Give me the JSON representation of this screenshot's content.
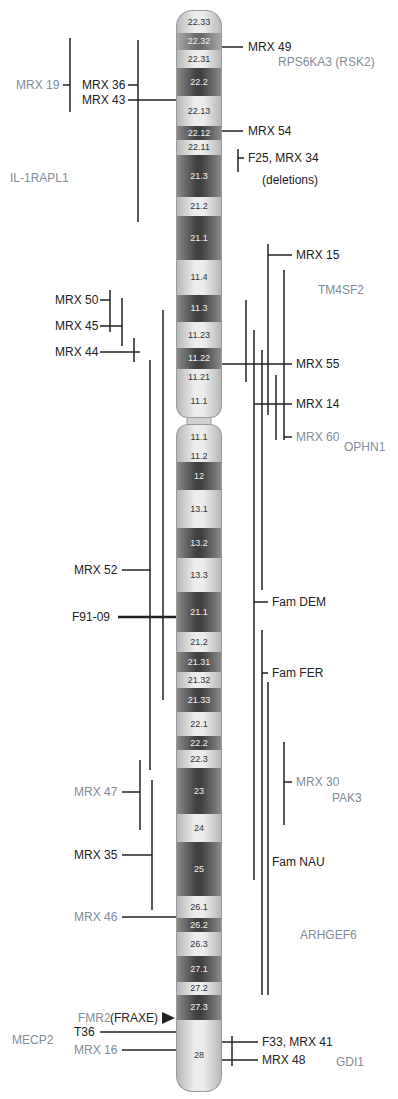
{
  "diagram": {
    "nodes": [
      {
        "text": [
          "22.33"
        ]
      },
      {
        "text": [
          "22.32"
        ]
      },
      {
        "text": [
          "22.31"
        ]
      },
      {
        "text": [
          "22.2"
        ]
      },
      {
        "text": [
          "22.13"
        ]
      },
      {
        "text": [
          "22.12"
        ]
      },
      {
        "text": [
          "22.11"
        ]
      },
      {
        "text": [
          "21.3"
        ]
      },
      {
        "text": [
          "21.2"
        ]
      },
      {
        "text": [
          "21.1"
        ]
      },
      {
        "text": [
          "11.4"
        ]
      },
      {
        "text": [
          "11.3"
        ]
      },
      {
        "text": [
          "11.23"
        ]
      },
      {
        "text": [
          "11.22"
        ]
      },
      {
        "text": [
          "11.21"
        ]
      },
      {
        "text": [
          "11.1"
        ]
      },
      {
        "text": [
          "11.1"
        ]
      },
      {
        "text": [
          "11.2"
        ]
      },
      {
        "text": [
          "12"
        ]
      },
      {
        "text": [
          "13.1"
        ]
      },
      {
        "text": [
          "13.2"
        ]
      },
      {
        "text": [
          "13.3"
        ]
      },
      {
        "text": [
          "21.1"
        ]
      },
      {
        "text": [
          "21.2"
        ]
      },
      {
        "text": [
          "21.31"
        ]
      },
      {
        "text": [
          "21.32"
        ]
      },
      {
        "text": [
          "21.33"
        ]
      },
      {
        "text": [
          "22.1"
        ]
      },
      {
        "text": [
          "22.2"
        ]
      },
      {
        "text": [
          "22.3"
        ]
      },
      {
        "text": [
          "23"
        ]
      },
      {
        "text": [
          "24"
        ]
      },
      {
        "text": [
          "25"
        ]
      },
      {
        "text": [
          "26.1"
        ]
      },
      {
        "text": [
          "26.2"
        ]
      },
      {
        "text": [
          "26.3"
        ]
      },
      {
        "text": [
          "27.1"
        ]
      },
      {
        "text": [
          "27.2"
        ]
      },
      {
        "text": [
          "27.3"
        ]
      },
      {
        "text": [
          "28"
        ]
      }
    ],
    "labels": [
      "MRX 49",
      "MRX 19",
      "MRX 36",
      "MRX 43",
      "RPS6KA3 (RSK2)",
      "MRX 54",
      "F25, MRX 34",
      "(deletions)",
      "IL-1RAPL1",
      "MRX 15",
      "TM4SF2",
      "MRX 50",
      "MRX 45",
      "MRX 44",
      "MRX 55",
      "MRX 14",
      "MRX 60",
      "OPHN1",
      "MRX 52",
      "Fam DEM",
      "F91-09",
      "Fam FER",
      "MRX 30",
      "MRX 47",
      "PAK3",
      "MRX 35",
      "Fam NAU",
      "MRX 46",
      "ARHGEF6",
      "FMR2",
      "(FRAXE)",
      "T36",
      "MECP2",
      "F33, MRX 41",
      "MRX 16",
      "MRX 48",
      "GDI1"
    ]
  }
}
